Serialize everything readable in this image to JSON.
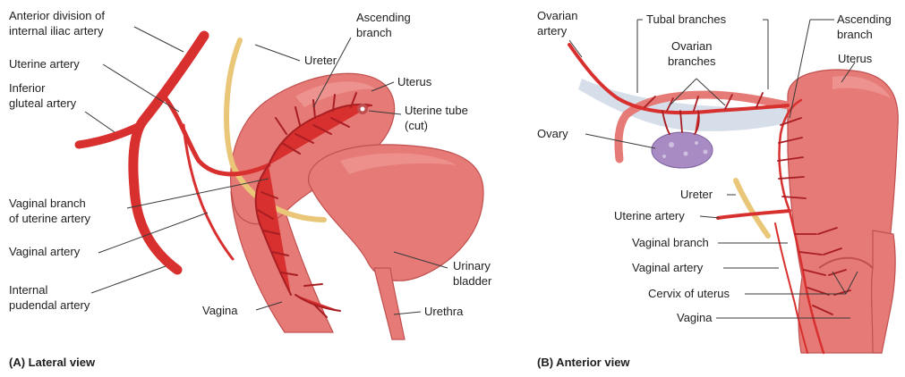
{
  "colors": {
    "artery": "#d8302f",
    "artery_dark": "#a81e22",
    "organ": "#e67a76",
    "organ_dark": "#c0504f",
    "organ_light": "#f2a29e",
    "ureter": "#e9c678",
    "ovary": "#a98bc4",
    "ligament": "#cfd8e6"
  },
  "lateral": {
    "caption": "(A) Lateral view",
    "labels": {
      "anterior_division_1": "Anterior division of",
      "anterior_division_2": "internal iliac artery",
      "uterine_artery": "Uterine artery",
      "inferior_gluteal_1": "Inferior",
      "inferior_gluteal_2": "gluteal artery",
      "vaginal_branch_1": "Vaginal branch",
      "vaginal_branch_2": "of uterine artery",
      "vaginal_artery": "Vaginal artery",
      "internal_pudendal_1": "Internal",
      "internal_pudendal_2": "pudendal artery",
      "ureter": "Ureter",
      "ascending_branch_1": "Ascending",
      "ascending_branch_2": "branch",
      "uterus": "Uterus",
      "uterine_tube_1": "Uterine tube",
      "uterine_tube_2": "(cut)",
      "urinary_bladder_1": "Urinary",
      "urinary_bladder_2": "bladder",
      "urethra": "Urethra",
      "vagina": "Vagina"
    }
  },
  "anterior": {
    "caption": "(B) Anterior view",
    "labels": {
      "ovarian_artery_1": "Ovarian",
      "ovarian_artery_2": "artery",
      "tubal_branches": "Tubal branches",
      "ovarian_branches_1": "Ovarian",
      "ovarian_branches_2": "branches",
      "ascending_branch_1": "Ascending",
      "ascending_branch_2": "branch",
      "uterus": "Uterus",
      "ovary": "Ovary",
      "ureter": "Ureter",
      "uterine_artery": "Uterine artery",
      "vaginal_branch": "Vaginal branch",
      "vaginal_artery": "Vaginal artery",
      "cervix": "Cervix of uterus",
      "vagina": "Vagina"
    }
  }
}
